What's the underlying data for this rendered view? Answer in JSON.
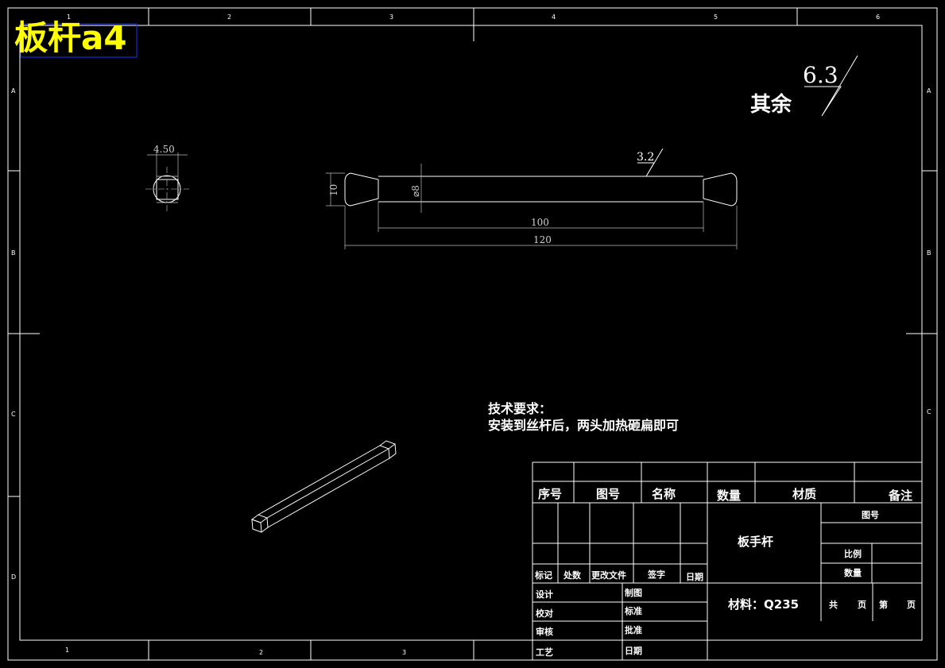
{
  "title": "板杆a4",
  "grid": {
    "top_numbers": [
      "1",
      "2",
      "3",
      "4",
      "5",
      "6"
    ],
    "bottom_numbers": [
      "1",
      "2",
      "3"
    ],
    "left_letters": [
      "A",
      "B",
      "C",
      "D"
    ],
    "right_letters": [
      "A",
      "B",
      "C"
    ]
  },
  "roughness": {
    "default_label": "其余",
    "default_value": "6.3",
    "surface_value": "3.2"
  },
  "dimensions": {
    "side_width": "4.50",
    "head_height": "10",
    "diameter": "⌀8",
    "inner_length": "100",
    "total_length": "120"
  },
  "tech_requirements": {
    "heading": "技术要求：",
    "line1": "安装到丝杆后，两头加热砸扁即可"
  },
  "parts_list": {
    "headers": [
      "序号",
      "图号",
      "名称",
      "数量",
      "材质",
      "备注"
    ]
  },
  "title_block": {
    "part_name": "板手杆",
    "material": "材料：Q235",
    "drawing_no_label": "图号",
    "scale_label": "比例",
    "quantity_label": "数量",
    "total_label": "共",
    "page_label": "页",
    "sheet_label": "第",
    "sheet_page_label": "页",
    "rev_headers": [
      "标记",
      "处数",
      "更改文件",
      "签字",
      "日期"
    ],
    "left_labels": [
      "设计",
      "校对",
      "审核",
      "工艺"
    ],
    "mid_labels": [
      "制图",
      "标准",
      "批准",
      "日期"
    ]
  }
}
